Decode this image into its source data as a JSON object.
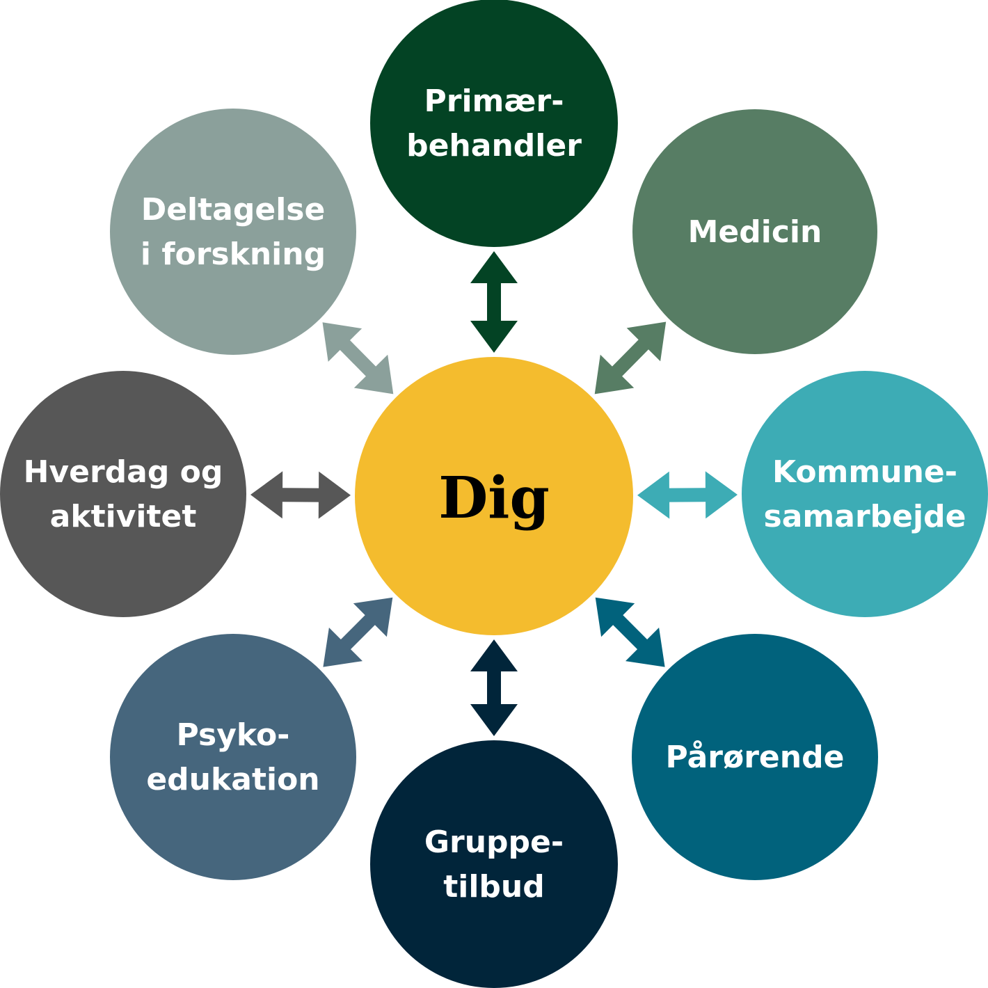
{
  "center": {
    "label": "Dig",
    "color": "#F4BC2E",
    "text_color": "#000000"
  },
  "nodes": [
    {
      "id": "primaer",
      "lines": [
        "Primær-",
        "behandler"
      ],
      "color": "#034324",
      "arrow_color": "#034324"
    },
    {
      "id": "medicin",
      "lines": [
        "Medicin"
      ],
      "color": "#577D64",
      "arrow_color": "#577D64"
    },
    {
      "id": "kommune",
      "lines": [
        "Kommune-",
        "samarbejde"
      ],
      "color": "#3DACB5",
      "arrow_color": "#3DACB5"
    },
    {
      "id": "paaroerende",
      "lines": [
        "Pårørende"
      ],
      "color": "#01627C",
      "arrow_color": "#01627C"
    },
    {
      "id": "gruppe",
      "lines": [
        "Gruppe-",
        "tilbud"
      ],
      "color": "#01253A",
      "arrow_color": "#01253A"
    },
    {
      "id": "psyko",
      "lines": [
        "Psyko-",
        "edukation"
      ],
      "color": "#46667D",
      "arrow_color": "#46667D"
    },
    {
      "id": "hverdag",
      "lines": [
        "Hverdag og",
        "aktivitet"
      ],
      "color": "#575757",
      "arrow_color": "#575757"
    },
    {
      "id": "forskning",
      "lines": [
        "Deltagelse",
        "i forskning"
      ],
      "color": "#8BA09B",
      "arrow_color": "#8BA09B"
    }
  ]
}
